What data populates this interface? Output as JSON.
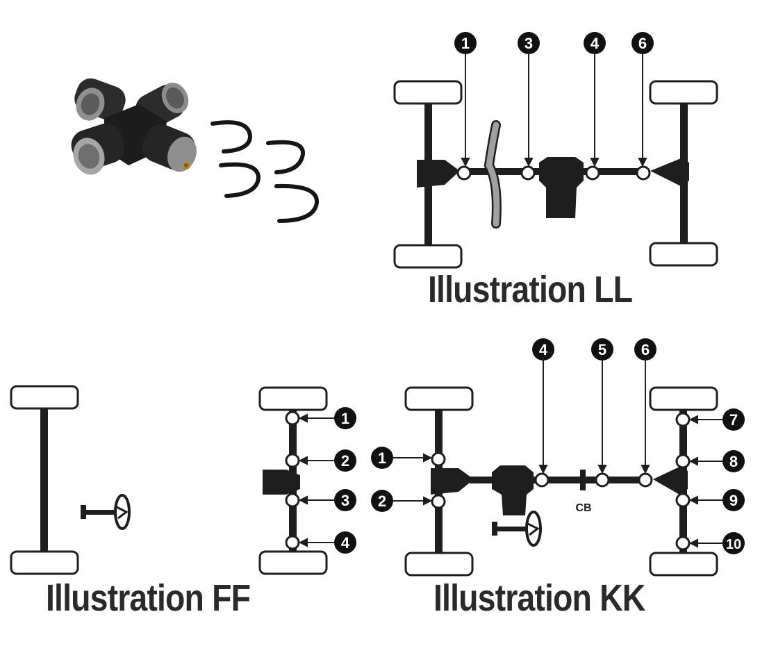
{
  "illustrations": {
    "ll": {
      "title": "Illustration LL",
      "callouts": [
        "1",
        "3",
        "4",
        "6"
      ]
    },
    "ff": {
      "title": "Illustration FF",
      "callouts": [
        "1",
        "2",
        "3",
        "4"
      ]
    },
    "kk": {
      "title": "Illustration KK",
      "callouts": [
        "1",
        "2",
        "4",
        "5",
        "6",
        "7",
        "8",
        "9",
        "10"
      ],
      "cb_label": "CB"
    }
  },
  "colors": {
    "frame": "#1e1e1e",
    "gearshift": "#a0a0a0",
    "cap": "#3a3a3a",
    "clip": "#151515",
    "background": "#ffffff"
  },
  "icons": [
    "universal-joint-photo-icon",
    "retaining-clip-icon",
    "steering-wheel-icon",
    "joint-circle-icon"
  ]
}
